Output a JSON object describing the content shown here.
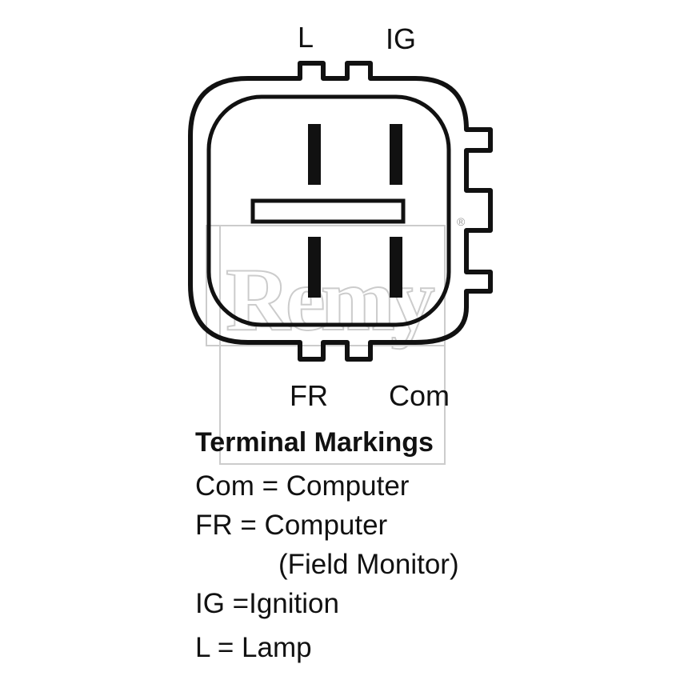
{
  "terminals": {
    "top_left": "L",
    "top_right": "IG",
    "bottom_left": "FR",
    "bottom_right": "Com"
  },
  "watermark": {
    "brand": "Remy",
    "registered_mark": "®"
  },
  "legend": {
    "title": "Terminal Markings",
    "lines": [
      "Com = Computer",
      "FR = Computer",
      "(Field Monitor)",
      "IG =Ignition",
      "L = Lamp"
    ]
  },
  "colors": {
    "ink": "#111111",
    "watermark": "#cccccc",
    "background": "#ffffff"
  }
}
